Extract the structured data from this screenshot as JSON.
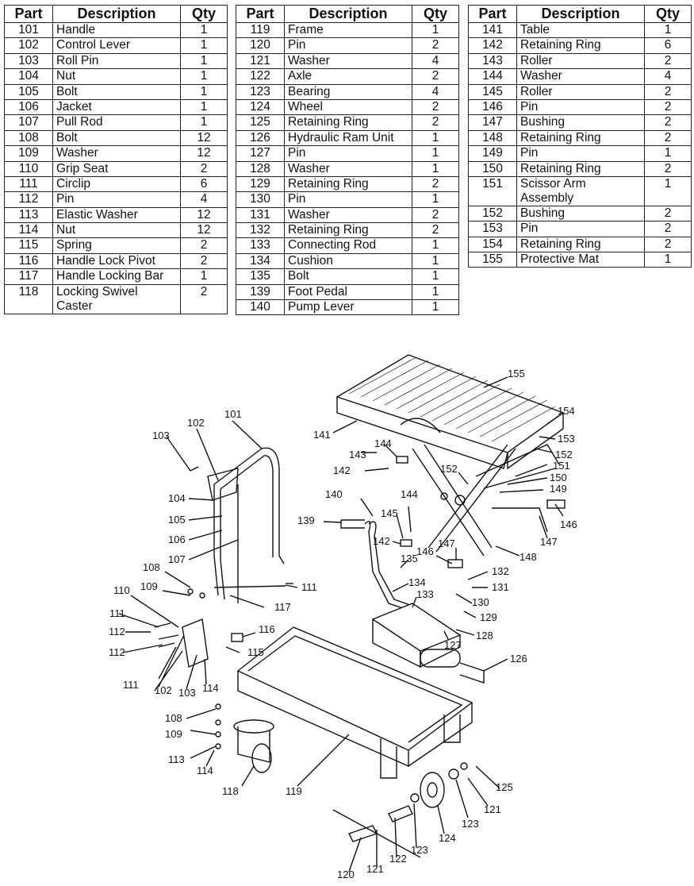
{
  "headers": {
    "part": "Part",
    "description": "Description",
    "qty": "Qty"
  },
  "tables": [
    [
      [
        "101",
        "Handle",
        "1"
      ],
      [
        "102",
        "Control Lever",
        "1"
      ],
      [
        "103",
        "Roll Pin",
        "1"
      ],
      [
        "104",
        "Nut",
        "1"
      ],
      [
        "105",
        "Bolt",
        "1"
      ],
      [
        "106",
        "Jacket",
        "1"
      ],
      [
        "107",
        "Pull Rod",
        "1"
      ],
      [
        "108",
        "Bolt",
        "12"
      ],
      [
        "109",
        "Washer",
        "12"
      ],
      [
        "110",
        "Grip Seat",
        "2"
      ],
      [
        "111",
        "Circlip",
        "6"
      ],
      [
        "112",
        "Pin",
        "4"
      ],
      [
        "113",
        "Elastic Washer",
        "12"
      ],
      [
        "114",
        "Nut",
        "12"
      ],
      [
        "115",
        "Spring",
        "2"
      ],
      [
        "116",
        "Handle Lock Pivot",
        "2"
      ],
      [
        "117",
        "Handle Locking Bar",
        "1"
      ],
      [
        "118",
        "Locking Swivel Caster",
        "2"
      ]
    ],
    [
      [
        "119",
        "Frame",
        "1"
      ],
      [
        "120",
        "Pin",
        "2"
      ],
      [
        "121",
        "Washer",
        "4"
      ],
      [
        "122",
        "Axle",
        "2"
      ],
      [
        "123",
        "Bearing",
        "4"
      ],
      [
        "124",
        "Wheel",
        "2"
      ],
      [
        "125",
        "Retaining Ring",
        "2"
      ],
      [
        "126",
        "Hydraulic Ram Unit",
        "1"
      ],
      [
        "127",
        "Pin",
        "1"
      ],
      [
        "128",
        "Washer",
        "1"
      ],
      [
        "129",
        "Retaining Ring",
        "2"
      ],
      [
        "130",
        "Pin",
        "1"
      ],
      [
        "131",
        "Washer",
        "2"
      ],
      [
        "132",
        "Retaining Ring",
        "2"
      ],
      [
        "133",
        "Connecting Rod",
        "1"
      ],
      [
        "134",
        "Cushion",
        "1"
      ],
      [
        "135",
        "Bolt",
        "1"
      ],
      [
        "139",
        "Foot Pedal",
        "1"
      ],
      [
        "140",
        "Pump Lever",
        "1"
      ]
    ],
    [
      [
        "141",
        "Table",
        "1"
      ],
      [
        "142",
        "Retaining Ring",
        "6"
      ],
      [
        "143",
        "Roller",
        "2"
      ],
      [
        "144",
        "Washer",
        "4"
      ],
      [
        "145",
        "Roller",
        "2"
      ],
      [
        "146",
        "Pin",
        "2"
      ],
      [
        "147",
        "Bushing",
        "2"
      ],
      [
        "148",
        "Retaining Ring",
        "2"
      ],
      [
        "149",
        "Pin",
        "1"
      ],
      [
        "150",
        "Retaining Ring",
        "2"
      ],
      [
        "151",
        "Scissor Arm Assembly",
        "1"
      ],
      [
        "152",
        "Bushing",
        "2"
      ],
      [
        "153",
        "Pin",
        "2"
      ],
      [
        "154",
        "Retaining Ring",
        "2"
      ],
      [
        "155",
        "Protective Mat",
        "1"
      ]
    ]
  ],
  "diagram_labels": [
    "155",
    "141",
    "154",
    "153",
    "152",
    "151",
    "150",
    "149",
    "146",
    "147",
    "148",
    "144",
    "143",
    "142",
    "152",
    "144",
    "145",
    "142",
    "146",
    "147",
    "140",
    "139",
    "135",
    "134",
    "133",
    "132",
    "131",
    "130",
    "129",
    "128",
    "127",
    "126",
    "103",
    "102",
    "101",
    "104",
    "105",
    "106",
    "107",
    "108",
    "109",
    "110",
    "111",
    "112",
    "112",
    "111",
    "102",
    "103",
    "114",
    "116",
    "115",
    "117",
    "111",
    "108",
    "109",
    "113",
    "114",
    "118",
    "119",
    "125",
    "121",
    "123",
    "124",
    "123",
    "122",
    "121",
    "120"
  ]
}
